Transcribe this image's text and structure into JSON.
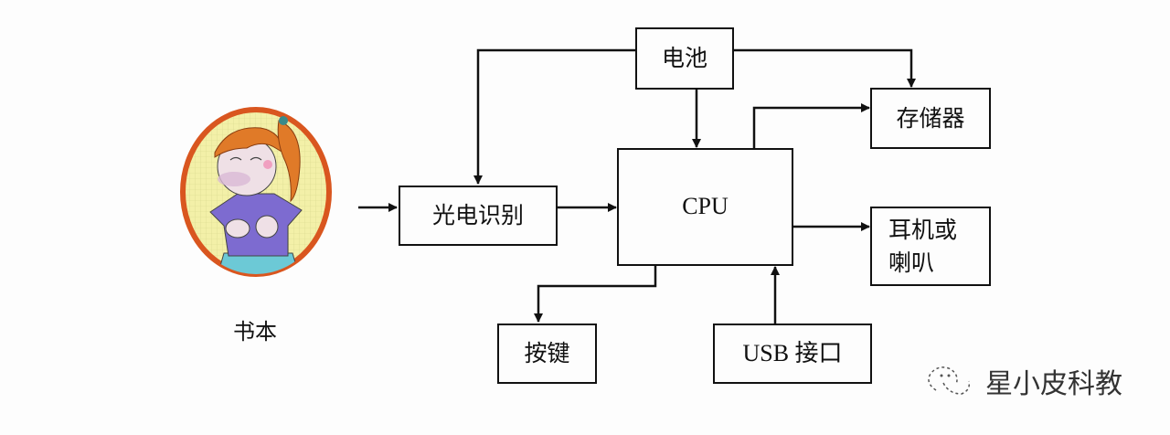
{
  "diagram": {
    "title_hidden": "",
    "nodes": {
      "book": {
        "label": "书本"
      },
      "battery": {
        "label": "电池"
      },
      "photo": {
        "label": "光电识别"
      },
      "cpu": {
        "label": "CPU"
      },
      "storage": {
        "label": "存储器"
      },
      "speaker": {
        "label": "耳机或\n喇叭"
      },
      "keys": {
        "label": "按键"
      },
      "usb": {
        "label": "USB 接口"
      }
    },
    "edges": [
      {
        "from": "book",
        "to": "photo"
      },
      {
        "from": "photo",
        "to": "cpu"
      },
      {
        "from": "battery",
        "to": "photo"
      },
      {
        "from": "battery",
        "to": "cpu"
      },
      {
        "from": "battery",
        "to": "storage"
      },
      {
        "from": "cpu",
        "to": "storage"
      },
      {
        "from": "cpu",
        "to": "speaker"
      },
      {
        "from": "cpu",
        "to": "keys"
      },
      {
        "from": "usb",
        "to": "cpu"
      }
    ],
    "colors": {
      "line": "#111111",
      "badge_border": "#d9561f",
      "badge_fill": "#f3f0a8",
      "hair": "#e07a28"
    }
  },
  "watermark": {
    "text": "星小皮科教",
    "icon": "wechat-logo-icon"
  }
}
